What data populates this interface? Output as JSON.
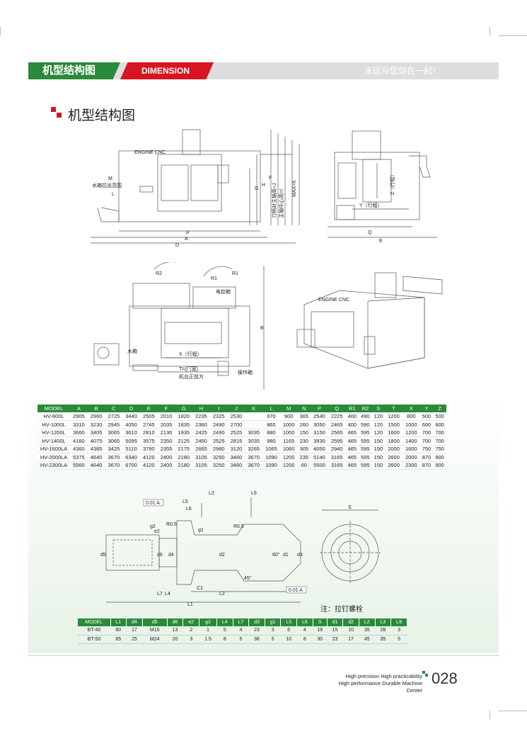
{
  "header": {
    "title_cn": "机型结构图",
    "title_en": "DIMENSION",
    "slogan": "永远与您站在一起！"
  },
  "section": {
    "title": "机型结构图"
  },
  "drawing_labels": {
    "water_tank_range": "水箱拉出范围",
    "electric_box": "电控箱",
    "water_tank": "水箱",
    "x_travel": "X（行程）",
    "door_width": "T=(门宽)",
    "machine_front": "机台正前方",
    "operator_box": "操作箱",
    "y_travel": "Y（行程）",
    "z_travel": "Z（行程）",
    "dim_tool_height": "刀柄对主轴高=J",
    "dim_spindle_height": "主轴中心高=I",
    "dim_max": "MAX=K"
  },
  "table1": {
    "headers": [
      "MODEL",
      "A",
      "B",
      "C",
      "D",
      "E",
      "F",
      "G",
      "H",
      "I",
      "J",
      "K",
      "L",
      "M",
      "N",
      "P",
      "Q",
      "R1",
      "R2",
      "S",
      "T",
      "X",
      "Y",
      "Z"
    ],
    "rows": [
      [
        "HV-800L",
        "2905",
        "2960",
        "2725",
        "3440",
        "2505",
        "2010",
        "1820",
        "2235",
        "2325",
        "2530",
        "",
        "970",
        "900",
        "365",
        "2540",
        "2225",
        "400",
        "490",
        "120",
        "1200",
        "800",
        "500",
        "500"
      ],
      [
        "HV-1000L",
        "3310",
        "3230",
        "2945",
        "4050",
        "2745",
        "2035",
        "1835",
        "2360",
        "2490",
        "2700",
        "",
        "865",
        "1000",
        "260",
        "3050",
        "2465",
        "400",
        "590",
        "120",
        "1500",
        "1000",
        "600",
        "600"
      ],
      [
        "HV-1200L",
        "3660",
        "3405",
        "3065",
        "3610",
        "2810",
        "2130",
        "1935",
        "2425",
        "2490",
        "2525",
        "3035",
        "880",
        "1000",
        "150",
        "3150",
        "2565",
        "465",
        "595",
        "120",
        "1600",
        "1200",
        "700",
        "700"
      ],
      [
        "HV-1400L",
        "4160",
        "4075",
        "3065",
        "5095",
        "3575",
        "2350",
        "2125",
        "2450",
        "2525",
        "2815",
        "3035",
        "980",
        "1165",
        "230",
        "3930",
        "2595",
        "465",
        "595",
        "150",
        "1800",
        "1400",
        "700",
        "700"
      ],
      [
        "HV-1600LA",
        "4360",
        "4385",
        "3425",
        "5110",
        "3790",
        "2355",
        "2175",
        "2665",
        "2980",
        "3120",
        "3265",
        "1065",
        "1060",
        "305",
        "4050",
        "2940",
        "465",
        "595",
        "150",
        "2000",
        "1600",
        "750",
        "750"
      ],
      [
        "HV-2000LA",
        "5375",
        "4640",
        "3670",
        "6340",
        "4120",
        "2400",
        "2180",
        "3105",
        "3250",
        "3460",
        "3670",
        "1090",
        "1200",
        "235",
        "5140",
        "3165",
        "465",
        "595",
        "150",
        "2600",
        "2000",
        "870",
        "900"
      ],
      [
        "HV-2300LA",
        "5560",
        "4640",
        "3670",
        "6700",
        "4120",
        "2400",
        "2180",
        "3105",
        "3250",
        "3460",
        "3670",
        "1090",
        "1200",
        "60",
        "5500",
        "3165",
        "465",
        "595",
        "150",
        "2600",
        "2300",
        "870",
        "900"
      ]
    ]
  },
  "note": "注：拉钉螺栓",
  "table2": {
    "headers": [
      "MODEL",
      "L1",
      "d4",
      "d5",
      "d6",
      "e2",
      "g2",
      "L4",
      "L7",
      "d3",
      "g1",
      "L5",
      "L6",
      "S",
      "d1",
      "d2",
      "L2",
      "L3",
      "L9"
    ],
    "rows": [
      [
        "BT-40",
        "60",
        "17",
        "M16",
        "13",
        "2",
        "1",
        "5",
        "4",
        "23",
        "3",
        "6",
        "4",
        "19",
        "15",
        "10",
        "35",
        "28",
        "3"
      ],
      [
        "BT-50",
        "85",
        "25",
        "M24",
        "20",
        "3",
        "1.5",
        "8",
        "5",
        "38",
        "5",
        "10",
        "8",
        "30",
        "23",
        "17",
        "45",
        "35",
        "5"
      ]
    ]
  },
  "footer": {
    "line1": "High precision High practicability",
    "line2": "High performance Durable Machine Center",
    "page": "028"
  }
}
